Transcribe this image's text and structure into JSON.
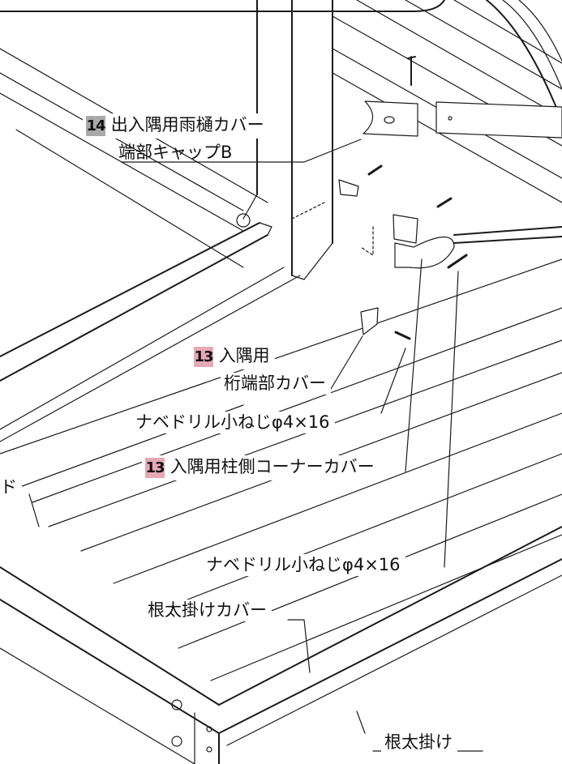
{
  "labels": {
    "l14_num": "14",
    "l14_line1": "出入隅用雨樋カバー",
    "l14_line2": "端部キャップB",
    "l13a_num": "13",
    "l13a_line1": "入隅用",
    "l13a_line2": "桁端部カバー",
    "screw1": "ナベドリル小ねじφ4×16",
    "l13b_num": "13",
    "l13b_text": "入隅用柱側コーナーカバー",
    "screw2": "ナベドリル小ねじφ4×16",
    "cover": "根太掛けカバー",
    "board_partial": "ド",
    "nedakake": "根太掛け"
  },
  "colors": {
    "badge14": "#a9a9a9",
    "badge13": "#e7a8b6",
    "line": "#1a1a1a",
    "fill": "#ffffff"
  }
}
